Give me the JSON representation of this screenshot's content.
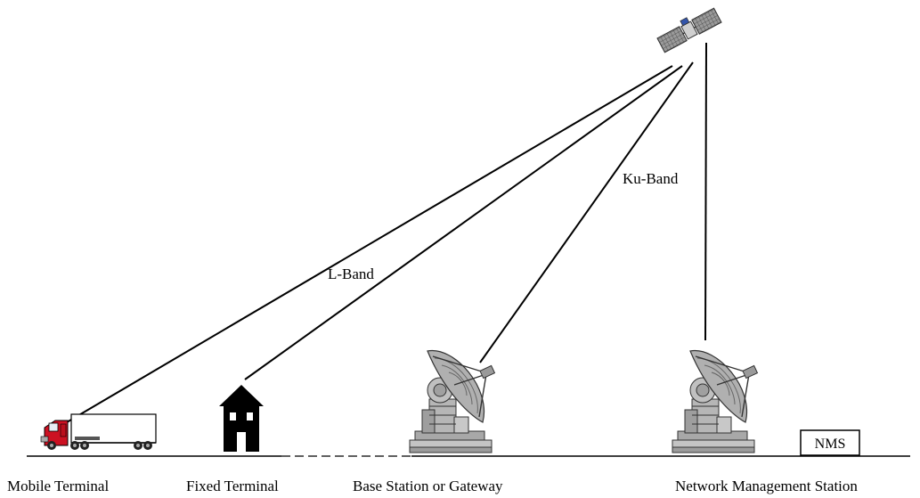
{
  "labels": {
    "mobile_terminal": "Mobile Terminal",
    "fixed_terminal": "Fixed Terminal",
    "base_station": "Base Station or Gateway",
    "nms_station": "Network Management Station",
    "nms_box": "NMS"
  },
  "bands": {
    "l_band": "L-Band",
    "ku_band": "Ku-Band"
  },
  "colors": {
    "line": "#000000",
    "truck_cab": "#cc1122",
    "antenna": "#b8b8b8",
    "satellite_panel": "#888888"
  },
  "icons": [
    "satellite-icon",
    "truck-icon",
    "house-icon",
    "dish-antenna-icon"
  ]
}
